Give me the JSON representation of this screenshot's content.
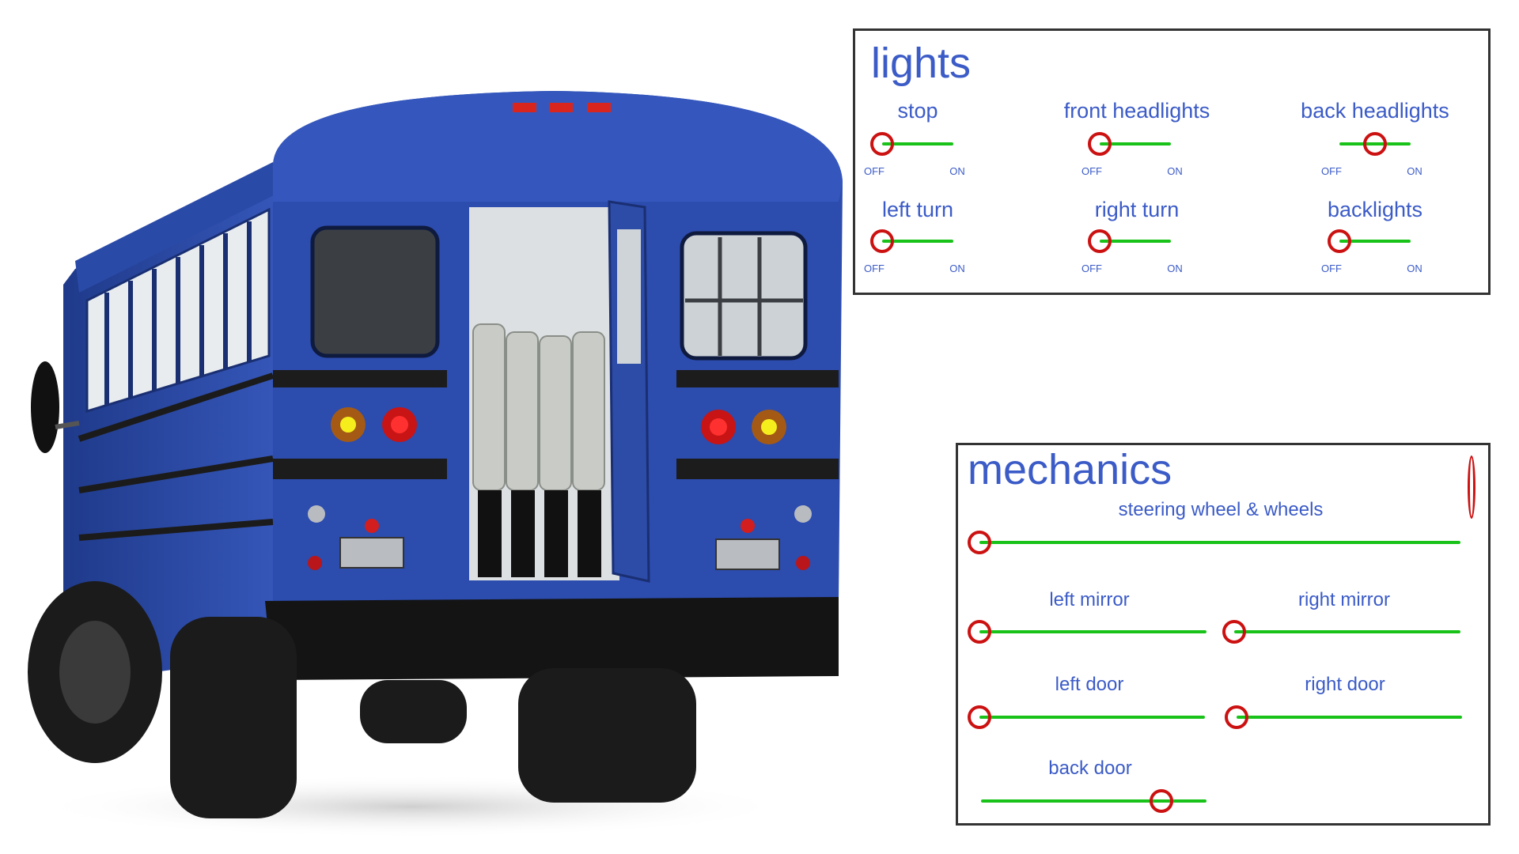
{
  "colors": {
    "accent_text": "#3b5bc7",
    "track": "#19c219",
    "knob": "#cc1111",
    "bus_body": "#2e4ea8"
  },
  "lights": {
    "title": "lights",
    "toggles": [
      {
        "label": "stop",
        "off": "OFF",
        "on": "ON",
        "value": 0
      },
      {
        "label": "front headlights",
        "off": "OFF",
        "on": "ON",
        "value": 0
      },
      {
        "label": "back  headlights",
        "off": "OFF",
        "on": "ON",
        "value": 0.5
      },
      {
        "label": "left turn",
        "off": "OFF",
        "on": "ON",
        "value": 0
      },
      {
        "label": "right turn",
        "off": "OFF",
        "on": "ON",
        "value": 0
      },
      {
        "label": "backlights",
        "off": "OFF",
        "on": "ON",
        "value": 0
      }
    ]
  },
  "mechanics": {
    "title": "mechanics",
    "sliders": [
      {
        "label": "steering wheel & wheels",
        "value": 0
      },
      {
        "label": "left mirror",
        "value": 0
      },
      {
        "label": "right mirror",
        "value": 0
      },
      {
        "label": "left door",
        "value": 0
      },
      {
        "label": "right door",
        "value": 0
      },
      {
        "label": "back door",
        "value": 0.8
      }
    ]
  }
}
